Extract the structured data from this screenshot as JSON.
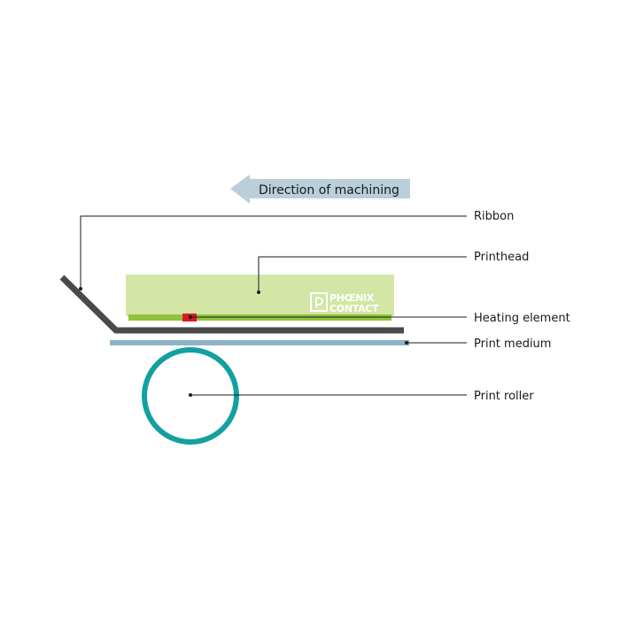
{
  "direction_label": "Direction of machining",
  "labels": {
    "ribbon": "Ribbon",
    "printhead": "Printhead",
    "heating_element": "Heating element",
    "print_medium": "Print medium",
    "print_roller": "Print roller"
  },
  "logo": {
    "line1": "PHŒNIX",
    "line2": "CONTACT"
  },
  "colors": {
    "arrow": "#b9cfda",
    "printhead": "#d3e6a6",
    "heating_strip": "#8fc33b",
    "heating_element": "#d7192b",
    "ribbon": "#4a4a4a",
    "print_medium": "#8cb3c4",
    "print_roller": "#12a0a0"
  }
}
